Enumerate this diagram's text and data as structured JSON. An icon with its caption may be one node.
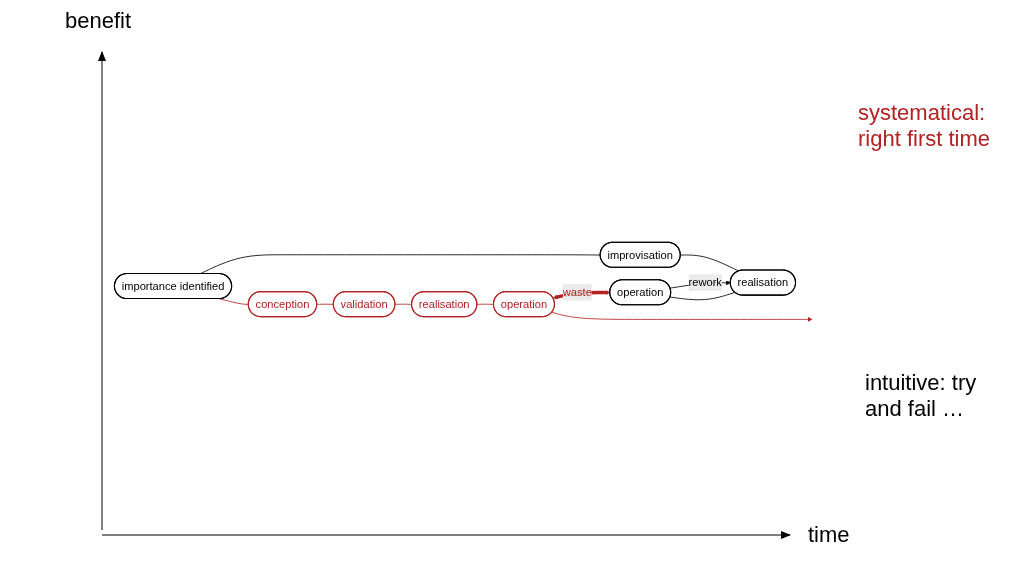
{
  "diagram": {
    "nodes": [
      {
        "text": [
          "importance identified"
        ]
      },
      {
        "text": [
          "conception"
        ]
      },
      {
        "text": [
          "validation"
        ]
      },
      {
        "text": [
          "realisation"
        ]
      },
      {
        "text": [
          "operation"
        ]
      },
      {
        "text": [
          "improvisation"
        ]
      },
      {
        "text": [
          "realisation"
        ]
      },
      {
        "text": [
          "operation"
        ]
      }
    ],
    "edges": [
      {
        "from": 0,
        "to": 1,
        "arrow": "none"
      },
      {
        "from": 1,
        "to": 2,
        "arrow": "none"
      },
      {
        "from": 2,
        "to": 3,
        "arrow": "none"
      },
      {
        "from": 3,
        "to": 4,
        "arrow": "none"
      },
      {
        "from": 4,
        "to": null,
        "arrow": "to"
      },
      {
        "from": 0,
        "to": 5,
        "arrow": "none",
        "color": "#000000"
      },
      {
        "from": 5,
        "to": 6,
        "arrow": "none",
        "color": "#000000"
      },
      {
        "from": 6,
        "to": 7,
        "arrow": "none",
        "color": "#000000"
      },
      {
        "from": 7,
        "to": 6,
        "arrow": "to",
        "label": "rework",
        "color": "#000000"
      },
      {
        "from": 4,
        "to": 7,
        "arrow": "both",
        "label": "waste",
        "style": "thick"
      }
    ],
    "labels": [
      "benefit",
      "systematical: right first time",
      "intuitive: try and fail …",
      "time"
    ]
  }
}
